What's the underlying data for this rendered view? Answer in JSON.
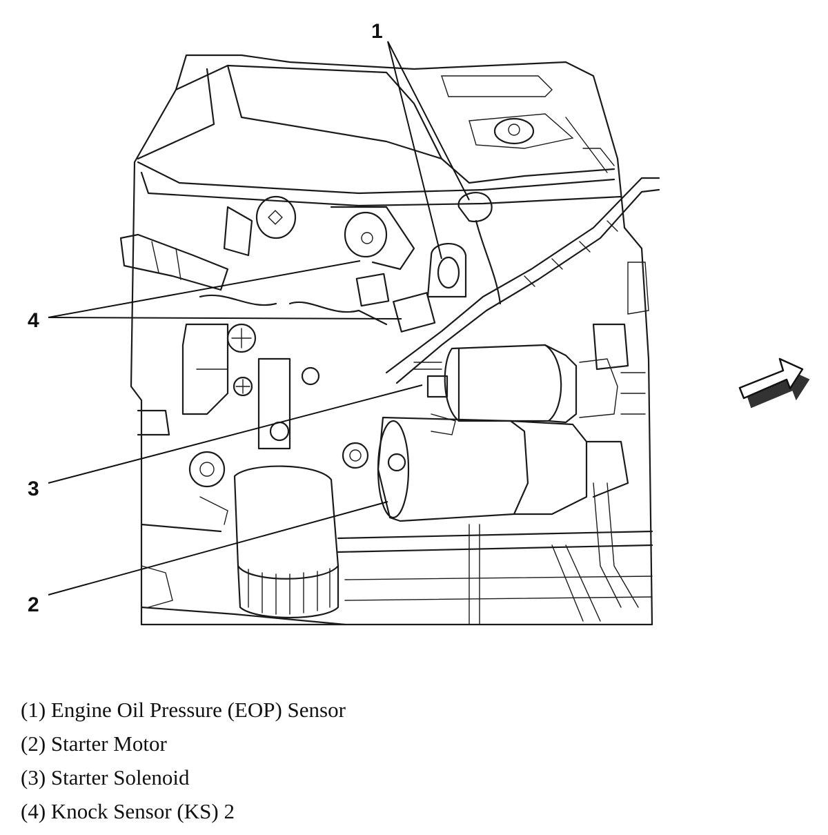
{
  "callouts": [
    {
      "number": "1"
    },
    {
      "number": "2"
    },
    {
      "number": "3"
    },
    {
      "number": "4"
    }
  ],
  "legend": [
    "(1) Engine Oil Pressure (EOP) Sensor",
    "(2) Starter Motor",
    "(3) Starter Solenoid",
    "(4) Knock Sensor (KS) 2"
  ],
  "icons": {
    "view_direction": "arrow-right-up-icon"
  }
}
